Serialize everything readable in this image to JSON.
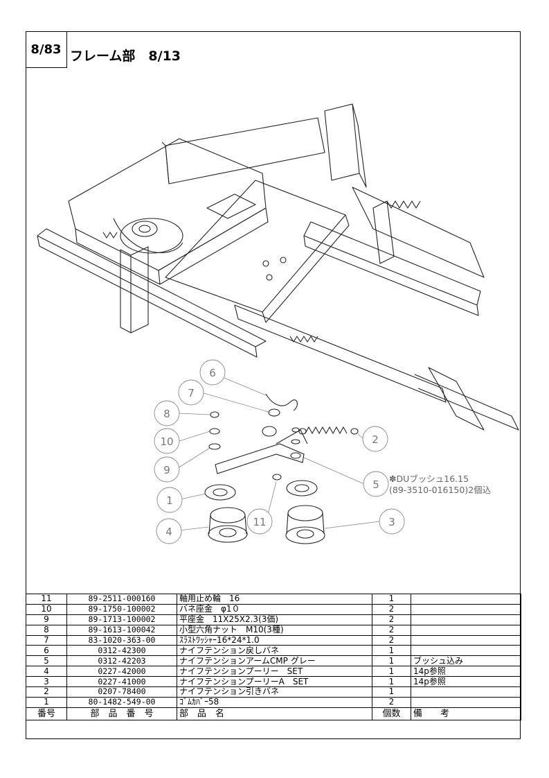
{
  "header": {
    "page_no": "8/83",
    "title": "フレーム部　8/13"
  },
  "diagram": {
    "callouts": [
      "1",
      "2",
      "3",
      "4",
      "5",
      "6",
      "7",
      "8",
      "9",
      "10",
      "11"
    ],
    "note_line1": "✽DUブッシュ16.15",
    "note_line2": "(89-3510-016150)2個込"
  },
  "table": {
    "headers": {
      "no": "番号",
      "part_no": "部　品　番　号",
      "name": "部　品　名",
      "qty": "個数",
      "remarks": "備　　考"
    },
    "rows": [
      {
        "no": "11",
        "part_no": "89-2511-000160",
        "name": "軸用止め輪　16",
        "qty": "1",
        "remarks": ""
      },
      {
        "no": "10",
        "part_no": "89-1750-100002",
        "name": "バネ座金　φ1０",
        "qty": "2",
        "remarks": ""
      },
      {
        "no": "9",
        "part_no": "89-1713-100002",
        "name": "平座金　11X25X2.3(3価)",
        "qty": "2",
        "remarks": ""
      },
      {
        "no": "8",
        "part_no": "89-1613-100042",
        "name": "小型六角ナット　M10(3種)",
        "qty": "2",
        "remarks": ""
      },
      {
        "no": "7",
        "part_no": "83-1020-363-00",
        "name": "ｽﾗｽﾄﾜｯｼｬｰ16*24*1.0",
        "qty": "2",
        "remarks": ""
      },
      {
        "no": "6",
        "part_no": "0312-42300",
        "name": "ナイフテンション戻しバネ",
        "qty": "1",
        "remarks": ""
      },
      {
        "no": "5",
        "part_no": "0312-42203",
        "name": "ナイフテンションアームCMP グレー",
        "qty": "1",
        "remarks": "ブッシュ込み"
      },
      {
        "no": "4",
        "part_no": "0227-42000",
        "name": "ナイフテンションプーリー　SET",
        "qty": "1",
        "remarks": "14p参照"
      },
      {
        "no": "3",
        "part_no": "0227-41000",
        "name": "ナイフテンションプーリーA　SET",
        "qty": "1",
        "remarks": "14p参照"
      },
      {
        "no": "2",
        "part_no": "0207-78400",
        "name": "ナイフテンション引きバネ",
        "qty": "1",
        "remarks": ""
      },
      {
        "no": "1",
        "part_no": "80-1482-549-00",
        "name": "ｺﾞﾑｶﾊﾞｰ58",
        "qty": "2",
        "remarks": ""
      }
    ]
  }
}
